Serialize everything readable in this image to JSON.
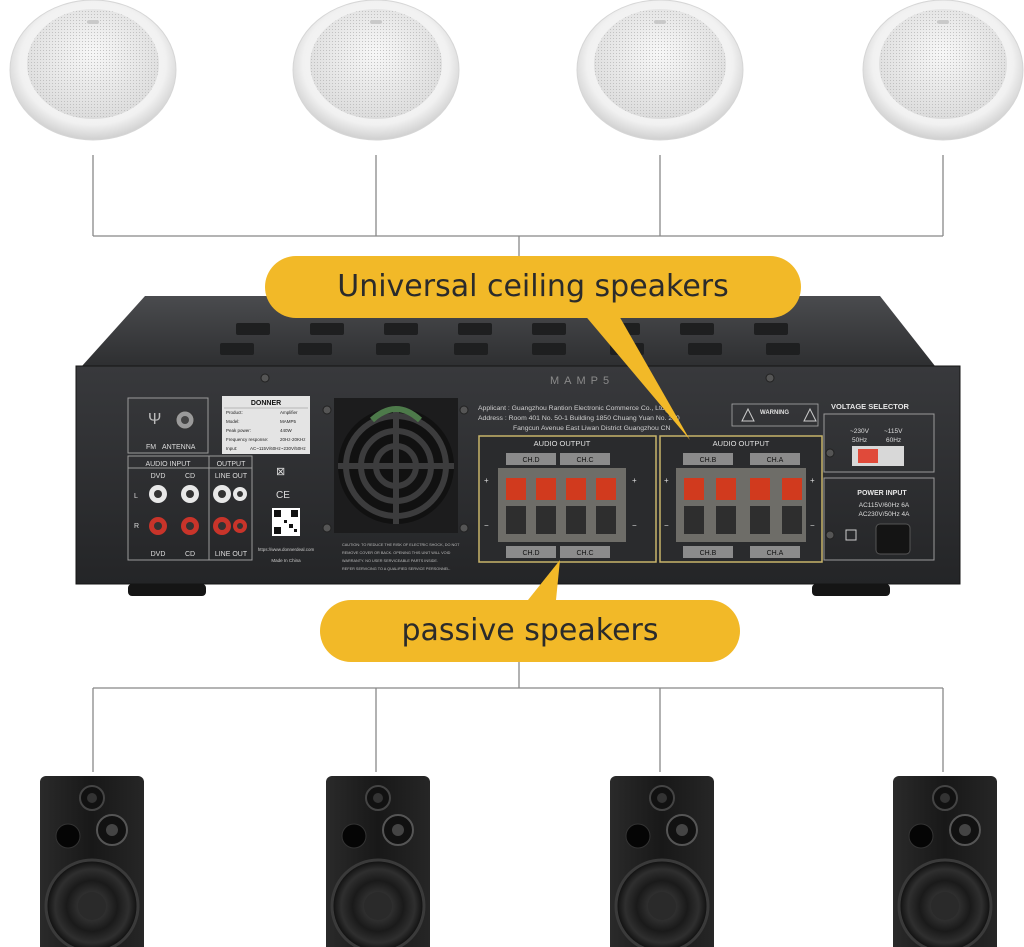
{
  "callouts": {
    "ceiling": "Universal ceiling speakers",
    "passive": "passive speakers"
  },
  "amplifier": {
    "model_top": "MAMP5",
    "brand": "DONNER",
    "label_rows": [
      [
        "Product:",
        "Amplifier"
      ],
      [
        "Model:",
        "MAMP5"
      ],
      [
        "Peak power:",
        "440W"
      ],
      [
        "Frequency response:",
        "20Hz-20KHz"
      ],
      [
        "Input:",
        "AC~115V/60Hz~230V/50Hz"
      ]
    ],
    "fm_label": "FM",
    "antenna_label": "ANTENNA",
    "audio_input_label": "AUDIO INPUT",
    "output_label": "OUTPUT",
    "line_out_label": "LINE OUT",
    "dvd_label": "DVD",
    "cd_label": "CD",
    "l_label": "L",
    "r_label": "R",
    "website": "https://www.donnerdeal.com",
    "made_in": "Made In China",
    "caution": [
      "CAUTION: TO REDUCE THE RISK OF ELECTRIC SHOCK, DO NOT",
      "REMOVE COVER OR BACK. OPENING THIS UNIT WILL VOID",
      "WARRANTY. NO USER SERVICEABLE PARTS INSIDE.",
      "REFER SERVICING TO A QUALIFIED SERVICE PERSONNEL."
    ],
    "applicant_line": "Applicant : Guangzhou Rantion Electronic Commerce Co., Ltd",
    "address_line1": "Address  : Room 401 No. 50-1 Building 1850 Chuang Yuan No. 200",
    "address_line2": "Fangcun Avenue East Liwan District Guangzhou CN",
    "warning_text": "WARNING",
    "audio_output_label": "AUDIO OUTPUT",
    "channels_left": [
      "CH.D",
      "CH.C"
    ],
    "channels_right": [
      "CH.B",
      "CH.A"
    ],
    "voltage_selector_label": "VOLTAGE SELECTOR",
    "voltage_230": "~230V",
    "freq_50": "50Hz",
    "voltage_115": "~115V",
    "freq_60": "60Hz",
    "power_input_label": "POWER INPUT",
    "power_line1": "AC115V/60Hz 6A",
    "power_line2": "AC230V/50Hz 4A"
  },
  "colors": {
    "callout": "#F2B928",
    "amp_body": "#2c2d2f",
    "terminal_border": "#c8b46a",
    "binding_post_red": "#d13a1e"
  }
}
